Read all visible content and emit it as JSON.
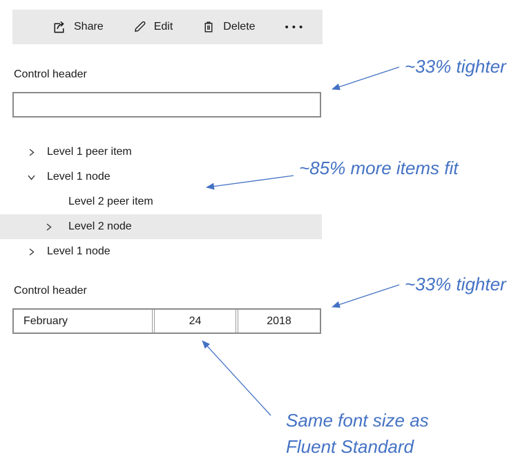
{
  "colors": {
    "annotation_blue": "#4472c4",
    "toolbar_background": "#e9e9e9",
    "selected_row_background": "#e9e9e9",
    "control_border_gray": "#8a8a8a",
    "text_color": "#1b1b1b"
  },
  "command_bar": {
    "buttons": [
      {
        "label": "Share",
        "icon": "share-icon"
      },
      {
        "label": "Edit",
        "icon": "edit-icon"
      },
      {
        "label": "Delete",
        "icon": "delete-icon"
      }
    ],
    "more_label": "•••"
  },
  "text_field_section": {
    "header": "Control header",
    "value": "",
    "placeholder": ""
  },
  "tree_view": {
    "items": [
      {
        "label": "Level 1 peer item",
        "level": 1,
        "state": "collapsed",
        "selected": false
      },
      {
        "label": "Level 1 node",
        "level": 1,
        "state": "expanded",
        "selected": false
      },
      {
        "label": "Level 2 peer item",
        "level": 2,
        "state": "leaf",
        "selected": false
      },
      {
        "label": "Level 2 node",
        "level": 2,
        "state": "collapsed",
        "selected": true
      },
      {
        "label": "Level 1 node",
        "level": 1,
        "state": "collapsed",
        "selected": false
      }
    ]
  },
  "date_picker_section": {
    "header": "Control header",
    "month": "February",
    "day": "24",
    "year": "2018"
  },
  "annotations": {
    "textbox_note": "~33% tighter",
    "tree_note": "~85% more items fit",
    "datepicker_note": "~33% tighter",
    "font_note_line1": "Same font size as",
    "font_note_line2": "Fluent Standard"
  }
}
